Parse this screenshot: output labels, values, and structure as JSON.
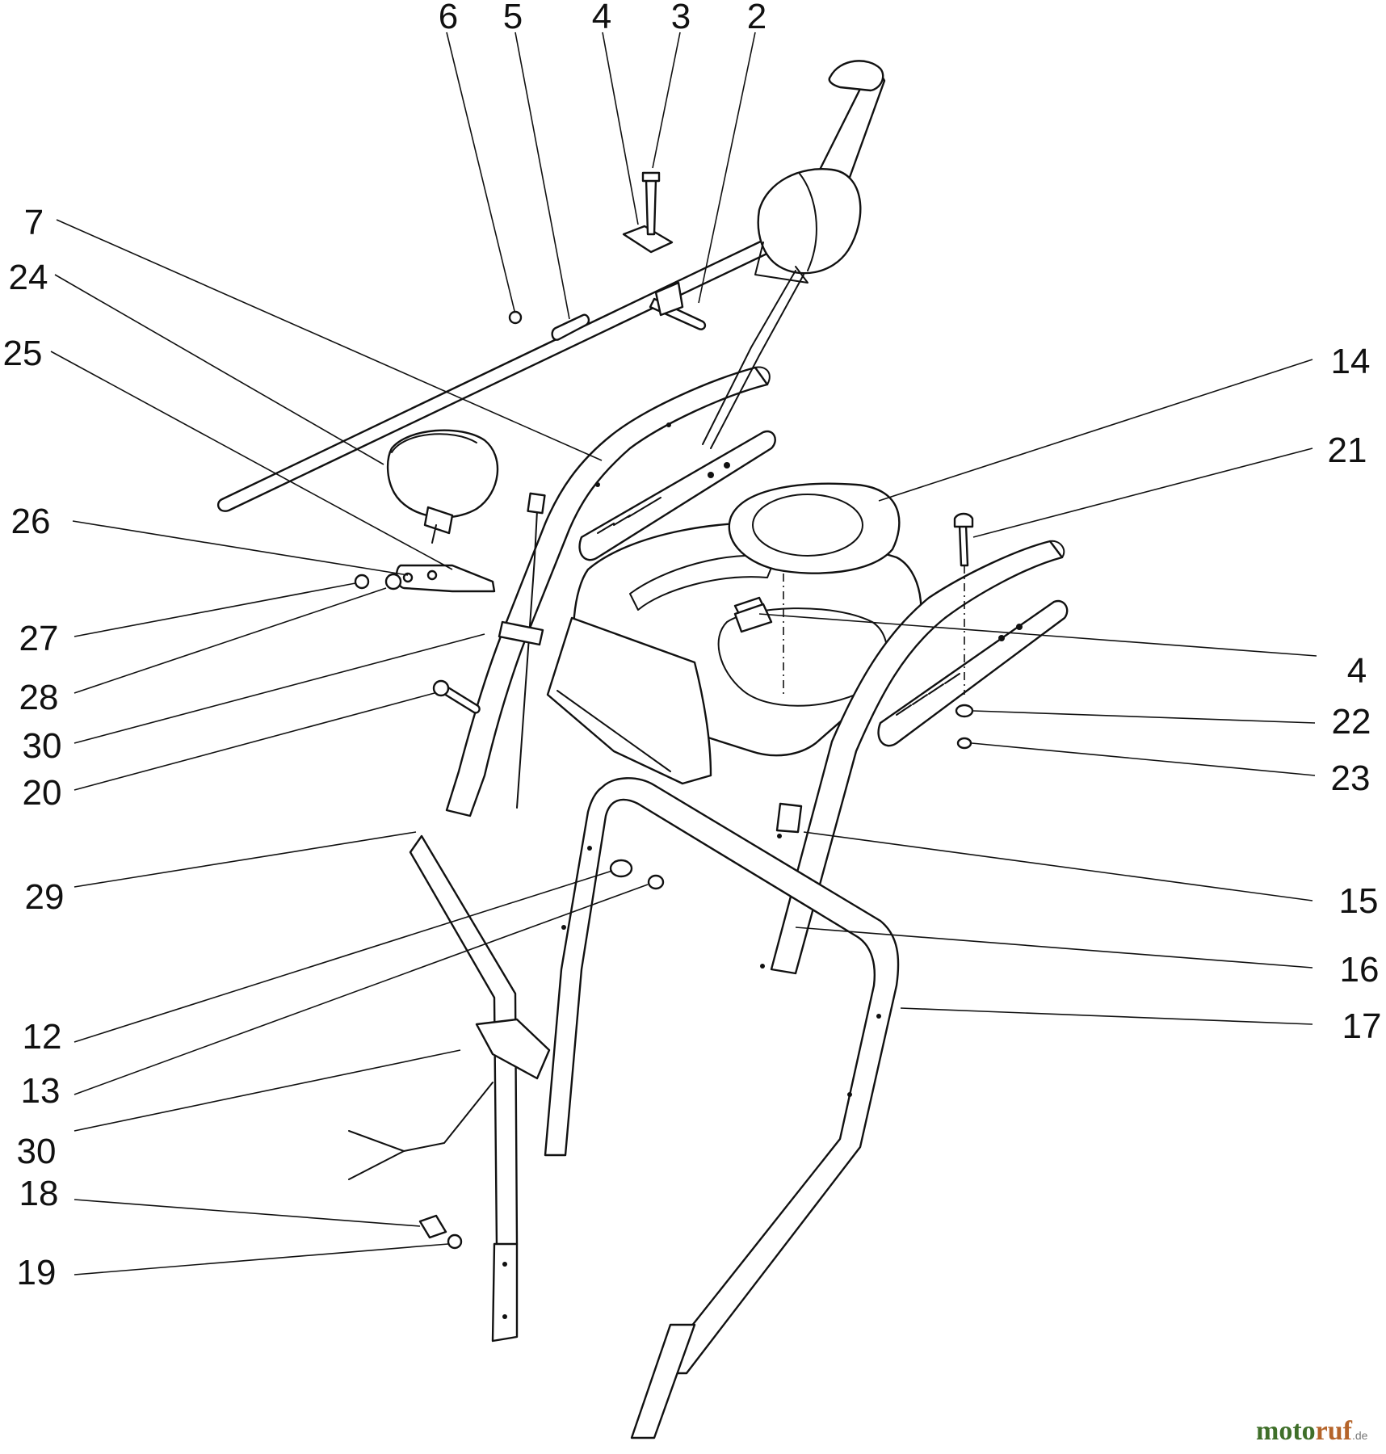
{
  "callouts": [
    {
      "id": "c6",
      "label": "6"
    },
    {
      "id": "c5",
      "label": "5"
    },
    {
      "id": "c4a",
      "label": "4"
    },
    {
      "id": "c3",
      "label": "3"
    },
    {
      "id": "c2",
      "label": "2"
    },
    {
      "id": "c7",
      "label": "7"
    },
    {
      "id": "c24",
      "label": "24"
    },
    {
      "id": "c25",
      "label": "25"
    },
    {
      "id": "c26",
      "label": "26"
    },
    {
      "id": "c27",
      "label": "27"
    },
    {
      "id": "c28",
      "label": "28"
    },
    {
      "id": "c30a",
      "label": "30"
    },
    {
      "id": "c20",
      "label": "20"
    },
    {
      "id": "c29",
      "label": "29"
    },
    {
      "id": "c12",
      "label": "12"
    },
    {
      "id": "c13",
      "label": "13"
    },
    {
      "id": "c30b",
      "label": "30"
    },
    {
      "id": "c18",
      "label": "18"
    },
    {
      "id": "c19",
      "label": "19"
    },
    {
      "id": "c14",
      "label": "14"
    },
    {
      "id": "c21",
      "label": "21"
    },
    {
      "id": "c4b",
      "label": "4"
    },
    {
      "id": "c22",
      "label": "22"
    },
    {
      "id": "c23",
      "label": "23"
    },
    {
      "id": "c15",
      "label": "15"
    },
    {
      "id": "c16",
      "label": "16"
    },
    {
      "id": "c17",
      "label": "17"
    }
  ],
  "watermark": {
    "part1": "moto",
    "part2": "ruf",
    "suffix": ".de"
  },
  "colors": {
    "ink": "#111111",
    "background": "#ffffff",
    "watermark_green": "#3f6f2a",
    "watermark_orange": "#b5642a"
  }
}
